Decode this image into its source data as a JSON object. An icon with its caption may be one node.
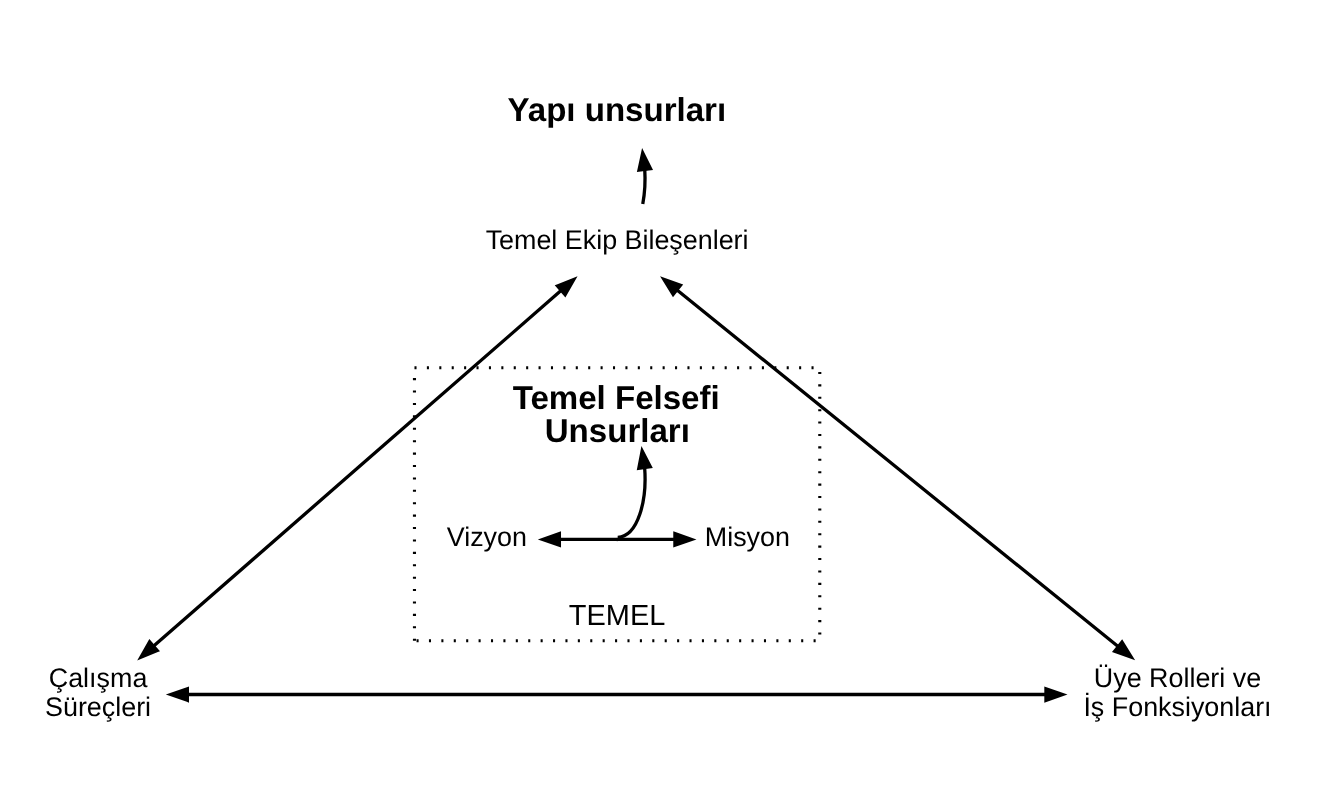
{
  "diagram": {
    "nodes": [
      {
        "text": [
          "Yapı unsurları"
        ]
      },
      {
        "text": [
          "Temel Ekip Bileşenleri"
        ]
      },
      {
        "text": [
          "Çalışma Süreçleri"
        ]
      },
      {
        "text": [
          "Üye Rolleri ve İş Fonksiyonları"
        ]
      },
      {
        "text": [
          "TEMEL"
        ]
      },
      {
        "text": [
          "Temel Felsefi Unsurları"
        ],
        "in": 4
      },
      {
        "text": [
          "Vizyon"
        ],
        "in": 4
      },
      {
        "text": [
          "Misyon"
        ],
        "in": 4
      }
    ],
    "edges": [
      {
        "from": 1,
        "to": 0,
        "arrow": "to"
      },
      {
        "from": 2,
        "to": 1,
        "arrow": "both"
      },
      {
        "from": 1,
        "to": 3,
        "arrow": "both"
      },
      {
        "from": 2,
        "to": 3,
        "arrow": "both"
      },
      {
        "from": 6,
        "to": 7,
        "arrow": "both"
      },
      {
        "from": null,
        "to": 5,
        "arrow": "to"
      }
    ]
  }
}
